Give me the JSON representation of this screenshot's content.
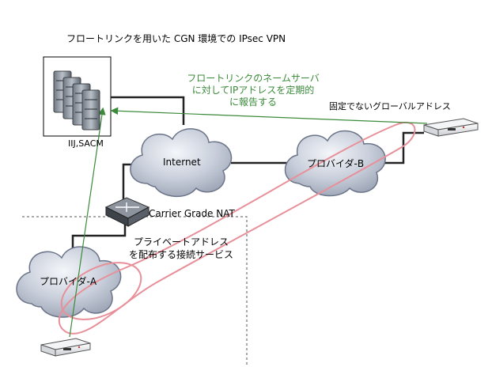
{
  "title": "フロートリンクを用いた CGN 環境での IPsec VPN",
  "server": {
    "icon": "server-rack-icon",
    "caption": "IIJ,SACM"
  },
  "green_note": {
    "line1": "フロートリンクのネームサーバ",
    "line2": "に対してIPアドレスを定期的",
    "line3": "に報告する",
    "color": "#3a8a3a"
  },
  "clouds": {
    "internet": "Internet",
    "provider_b": "プロバイダ-B",
    "provider_a": "プロバイダ-A"
  },
  "cgn": {
    "icon": "router-icon",
    "label": "Carrier Grade NAT"
  },
  "private_note": {
    "line1": "プライベートアドレス",
    "line2": "を配布する接続サービス"
  },
  "nonfixed_label": "固定でないグローバルアドレス",
  "devices": {
    "right_icon": "vpn-router-icon",
    "left_icon": "vpn-router-icon"
  },
  "colors": {
    "tunnel": "#e8909a",
    "cloud_fill": "#c7cdd8",
    "arrow": "#3a8a3a"
  }
}
